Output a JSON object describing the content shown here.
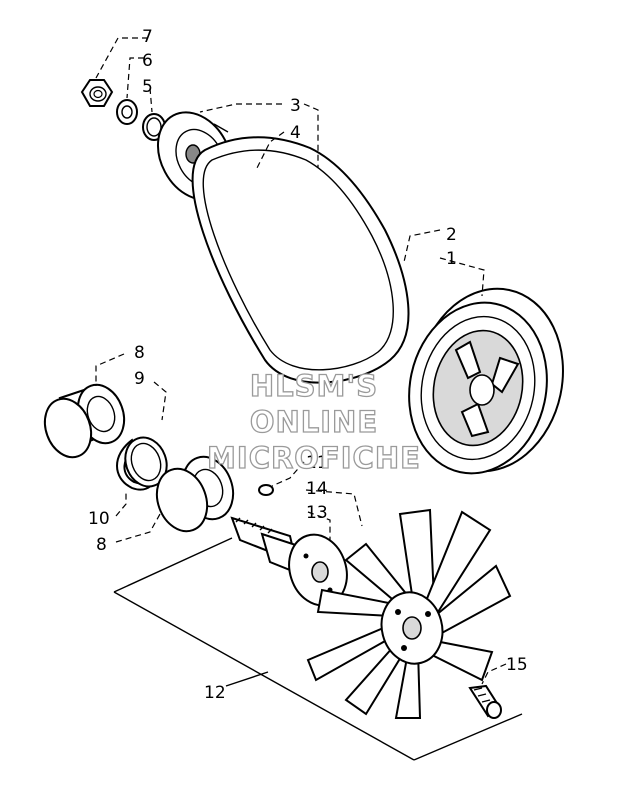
{
  "callouts": {
    "c1": "1",
    "c2": "2",
    "c3": "3",
    "c4": "4",
    "c5": "5",
    "c6": "6",
    "c7": "7",
    "c8a": "8",
    "c8b": "8",
    "c9": "9",
    "c10": "10",
    "c11": "11",
    "c12": "12",
    "c13": "13",
    "c14": "14",
    "c15": "15"
  },
  "watermark": {
    "line1": "HLSM'S",
    "line2": "ONLINE",
    "line3": "MICROFICHE"
  }
}
